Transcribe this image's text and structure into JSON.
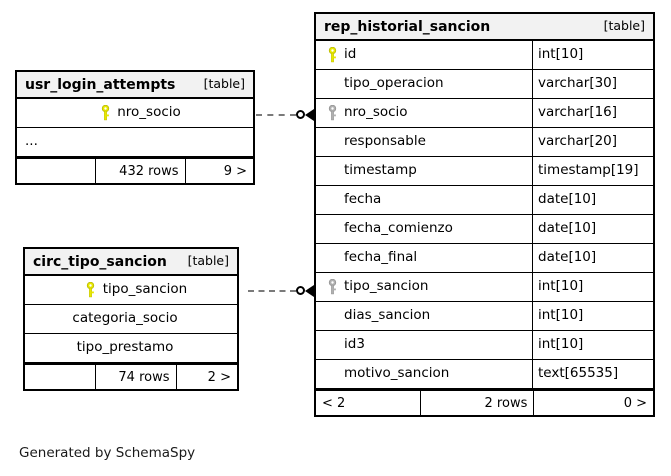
{
  "diagram": {
    "caption": "Generated by SchemaSpy",
    "table_tag": "[table]",
    "key_icon_primary": "primary-key-icon",
    "key_icon_foreign": "foreign-key-icon",
    "colors": {
      "primary_key": "#e8e800",
      "foreign_key": "#b0b0b0",
      "border": "#000000",
      "header_bg": "#f2f2f2",
      "relationship_line": "#7a7a7a"
    }
  },
  "tables": {
    "usr_login_attempts": {
      "name": "usr_login_attempts",
      "tag": "[table]",
      "columns": [
        {
          "key": "primary",
          "name": "nro_socio"
        },
        {
          "key": "none",
          "name": "..."
        }
      ],
      "footer": {
        "left": "",
        "middle": "432 rows",
        "right": "9 >"
      }
    },
    "circ_tipo_sancion": {
      "name": "circ_tipo_sancion",
      "tag": "[table]",
      "columns": [
        {
          "key": "primary",
          "name": "tipo_sancion"
        },
        {
          "key": "none",
          "name": "categoria_socio"
        },
        {
          "key": "none",
          "name": "tipo_prestamo"
        }
      ],
      "footer": {
        "left": "",
        "middle": "74 rows",
        "right": "2 >"
      }
    },
    "rep_historial_sancion": {
      "name": "rep_historial_sancion",
      "tag": "[table]",
      "columns": [
        {
          "key": "primary",
          "name": "id",
          "type": "int[10]"
        },
        {
          "key": "none",
          "name": "tipo_operacion",
          "type": "varchar[30]"
        },
        {
          "key": "foreign",
          "name": "nro_socio",
          "type": "varchar[16]"
        },
        {
          "key": "none",
          "name": "responsable",
          "type": "varchar[20]"
        },
        {
          "key": "none",
          "name": "timestamp",
          "type": "timestamp[19]"
        },
        {
          "key": "none",
          "name": "fecha",
          "type": "date[10]"
        },
        {
          "key": "none",
          "name": "fecha_comienzo",
          "type": "date[10]"
        },
        {
          "key": "none",
          "name": "fecha_final",
          "type": "date[10]"
        },
        {
          "key": "foreign",
          "name": "tipo_sancion",
          "type": "int[10]"
        },
        {
          "key": "none",
          "name": "dias_sancion",
          "type": "int[10]"
        },
        {
          "key": "none",
          "name": "id3",
          "type": "int[10]"
        },
        {
          "key": "none",
          "name": "motivo_sancion",
          "type": "text[65535]"
        }
      ],
      "footer": {
        "left": "< 2",
        "middle": "2 rows",
        "right": "0 >"
      }
    }
  },
  "relationships": [
    {
      "from": "usr_login_attempts.nro_socio",
      "to": "rep_historial_sancion.nro_socio"
    },
    {
      "from": "circ_tipo_sancion.tipo_sancion",
      "to": "rep_historial_sancion.tipo_sancion"
    }
  ]
}
